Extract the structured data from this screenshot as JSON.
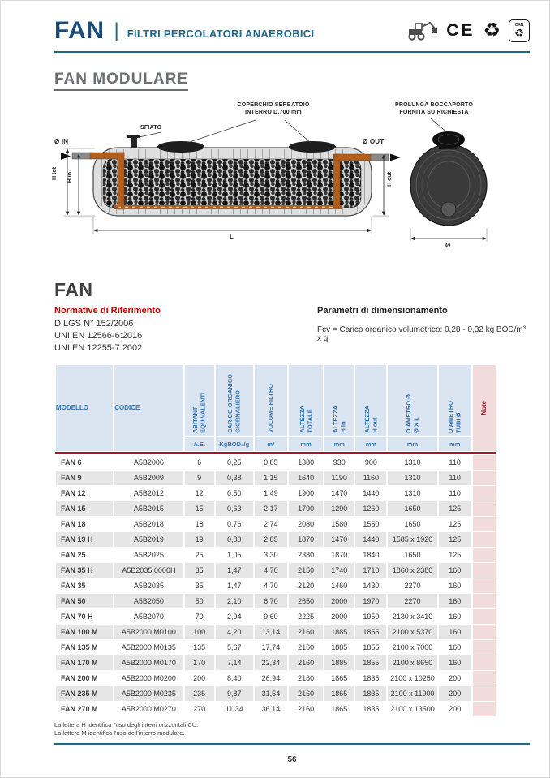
{
  "header": {
    "brand": "FAN",
    "divider": "|",
    "subtitle": "FILTRI PERCOLATORI ANAEROBICI",
    "ce_mark": "CE",
    "recycle_symbol": "♻",
    "can_badge_label": "CAN",
    "can_badge_symbol": "♻"
  },
  "section": {
    "title": "FAN MODULARE"
  },
  "diagram": {
    "sfiato": "SFIATO",
    "coperchio_line1": "COPERCHIO SERBATOIO",
    "coperchio_line2": "INTERRO   D.700 mm",
    "prolunga_line1": "PROLUNGA BOCCAPORTO",
    "prolunga_line2": "FORNITA SU RICHIESTA",
    "diam_in": "Ø IN",
    "diam_out": "Ø OUT",
    "h_tot": "H tot",
    "h_in": "H in",
    "h_out": "H out",
    "length": "L",
    "diameter": "Ø"
  },
  "product": {
    "title": "FAN",
    "normative_title": "Normative di Riferimento",
    "normative": [
      "D.LGS N° 152/2006",
      "UNI EN 12566-6:2016",
      "UNI EN 12255-7:2002"
    ],
    "parametri_title": "Parametri di dimensionamento",
    "parametri_text": "Fcv = Carico organico volumetrico: 0,28 - 0,32 kg BOD/m³ x g"
  },
  "table": {
    "headers": [
      "MODELLO",
      "CODICE",
      "ABITANTI\nEQUIVALENTI",
      "CARICO ORGANICO\nGIORNALIERO",
      "VOLUME FILTRO",
      "ALTEZZA\nTOTALE",
      "ALTEZZA\nH in",
      "ALTEZZA\nH out",
      "DIAMETRO Ø\nØ X L",
      "DIAMETRO\nTUBI Ø",
      "Note"
    ],
    "units": [
      "A.E.",
      "KgBOD₅/g",
      "m³",
      "mm",
      "mm",
      "mm",
      "mm",
      "mm"
    ],
    "rows": [
      {
        "model": "FAN 6",
        "code": "A5B2006",
        "values": [
          "6",
          "0,25",
          "0,85",
          "1380",
          "930",
          "900",
          "1310",
          "110"
        ],
        "note": ""
      },
      {
        "model": "FAN 9",
        "code": "A5B2009",
        "values": [
          "9",
          "0,38",
          "1,15",
          "1640",
          "1190",
          "1160",
          "1310",
          "110"
        ],
        "note": ""
      },
      {
        "model": "FAN 12",
        "code": "A5B2012",
        "values": [
          "12",
          "0,50",
          "1,49",
          "1900",
          "1470",
          "1440",
          "1310",
          "110"
        ],
        "note": ""
      },
      {
        "model": "FAN 15",
        "code": "A5B2015",
        "values": [
          "15",
          "0,63",
          "2,17",
          "1790",
          "1290",
          "1260",
          "1650",
          "125"
        ],
        "note": ""
      },
      {
        "model": "FAN 18",
        "code": "A5B2018",
        "values": [
          "18",
          "0,76",
          "2,74",
          "2080",
          "1580",
          "1550",
          "1650",
          "125"
        ],
        "note": ""
      },
      {
        "model": "FAN 19 H",
        "code": "A5B2019",
        "values": [
          "19",
          "0,80",
          "2,85",
          "1870",
          "1470",
          "1440",
          "1585 x 1920",
          "125"
        ],
        "note": ""
      },
      {
        "model": "FAN 25",
        "code": "A5B2025",
        "values": [
          "25",
          "1,05",
          "3,30",
          "2380",
          "1870",
          "1840",
          "1650",
          "125"
        ],
        "note": ""
      },
      {
        "model": "FAN 35 H",
        "code": "A5B2035 0000H",
        "values": [
          "35",
          "1,47",
          "4,70",
          "2150",
          "1740",
          "1710",
          "1860 x 2380",
          "160"
        ],
        "note": ""
      },
      {
        "model": "FAN 35",
        "code": "A5B2035",
        "values": [
          "35",
          "1,47",
          "4,70",
          "2120",
          "1460",
          "1430",
          "2270",
          "160"
        ],
        "note": ""
      },
      {
        "model": "FAN 50",
        "code": "A5B2050",
        "values": [
          "50",
          "2,10",
          "6,70",
          "2650",
          "2000",
          "1970",
          "2270",
          "160"
        ],
        "note": ""
      },
      {
        "model": "FAN 70 H",
        "code": "A5B2070",
        "values": [
          "70",
          "2,94",
          "9,60",
          "2225",
          "2000",
          "1950",
          "2130 x 3410",
          "160"
        ],
        "note": ""
      },
      {
        "model": "FAN 100 M",
        "code": "A5B2000 M0100",
        "values": [
          "100",
          "4,20",
          "13,14",
          "2160",
          "1885",
          "1855",
          "2100 x 5370",
          "160"
        ],
        "note": ""
      },
      {
        "model": "FAN 135 M",
        "code": "A5B2000 M0135",
        "values": [
          "135",
          "5,67",
          "17,74",
          "2160",
          "1885",
          "1855",
          "2100 x 7000",
          "160"
        ],
        "note": ""
      },
      {
        "model": "FAN 170 M",
        "code": "A5B2000 M0170",
        "values": [
          "170",
          "7,14",
          "22,34",
          "2160",
          "1885",
          "1855",
          "2100 x 8650",
          "160"
        ],
        "note": ""
      },
      {
        "model": "FAN 200 M",
        "code": "A5B2000 M0200",
        "values": [
          "200",
          "8,40",
          "26,94",
          "2160",
          "1865",
          "1835",
          "2100 x 10250",
          "200"
        ],
        "note": ""
      },
      {
        "model": "FAN 235 M",
        "code": "A5B2000 M0235",
        "values": [
          "235",
          "9,87",
          "31,54",
          "2160",
          "1865",
          "1835",
          "2100 x 11900",
          "200"
        ],
        "note": ""
      },
      {
        "model": "FAN 270 M",
        "code": "A5B2000 M0270",
        "values": [
          "270",
          "11,34",
          "36,14",
          "2160",
          "1865",
          "1835",
          "2100 x 13500",
          "200"
        ],
        "note": ""
      }
    ]
  },
  "footnotes": [
    "La lettera H identifica l'uso degli interri orizzontali CU.",
    "La lettera M identifica l'uso dell'interro modulare."
  ],
  "page": {
    "number": "56"
  },
  "colors": {
    "brand_blue": "#1d4e79",
    "teal": "#1b6a8a",
    "table_header_blue": "#2e74b5",
    "table_header_bg": "#dbe5f1",
    "note_red": "#9e1b32",
    "note_pink": "#f2dcdb",
    "row_alt_gray": "#e7e6e6",
    "normative_red": "#c00000",
    "pipe_orange": "#b05f1e"
  }
}
